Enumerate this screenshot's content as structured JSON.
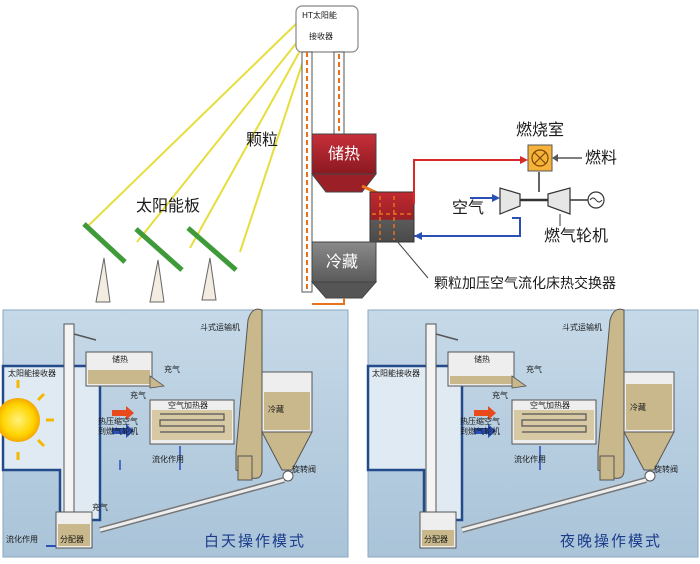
{
  "top": {
    "receiver": [
      "HT太阳能",
      "接收器"
    ],
    "particles": "颗粒",
    "solar_panel": "太阳能板",
    "storage_hot": "储热",
    "storage_cold": "冷藏",
    "combustion_chamber": "燃烧室",
    "fuel": "燃料",
    "air": "空气",
    "gas_turbine": "燃气轮机",
    "heat_exchanger": "颗粒加压空气流化床热交换器"
  },
  "panel_left": {
    "receiver": "太阳能接收器",
    "hot_storage": "储热",
    "charge_top": "充气",
    "charge_left": "充气",
    "bucket_elevator": "斗式运输机",
    "air_heater": "空气加热器",
    "hot_air": [
      "热压缩空气",
      "到燃气轮机"
    ],
    "fluidization": "流化作用",
    "cold_storage": "冷藏",
    "rotary_valve": "旋转阀",
    "charge_bottom": "充气",
    "fluidization_bottom": "流化作用",
    "distributor": "分配器",
    "mode": "白天操作模式"
  },
  "panel_right": {
    "receiver": "太阳能接收器",
    "hot_storage": "储热",
    "charge_top": "充气",
    "charge_left": "充气",
    "bucket_elevator": "斗式运输机",
    "air_heater": "空气加热器",
    "hot_air": [
      "热压缩空气",
      "到燃气轮机"
    ],
    "fluidization": "流化作用",
    "cold_storage": "冷藏",
    "rotary_valve": "旋转阀",
    "distributor": "分配器",
    "mode": "夜晚操作模式"
  },
  "colors": {
    "hot": "#b8242a",
    "cold": "#6e6e6e",
    "panel_bg": "#b7cfe0",
    "sand": "#c9b88c",
    "heliostat": "#3f9a3a",
    "beam": "#e8e04a",
    "pipe_flow": "#e8731c",
    "air_line": "#2a4fb5",
    "mode_text": "#1a3c8a"
  }
}
